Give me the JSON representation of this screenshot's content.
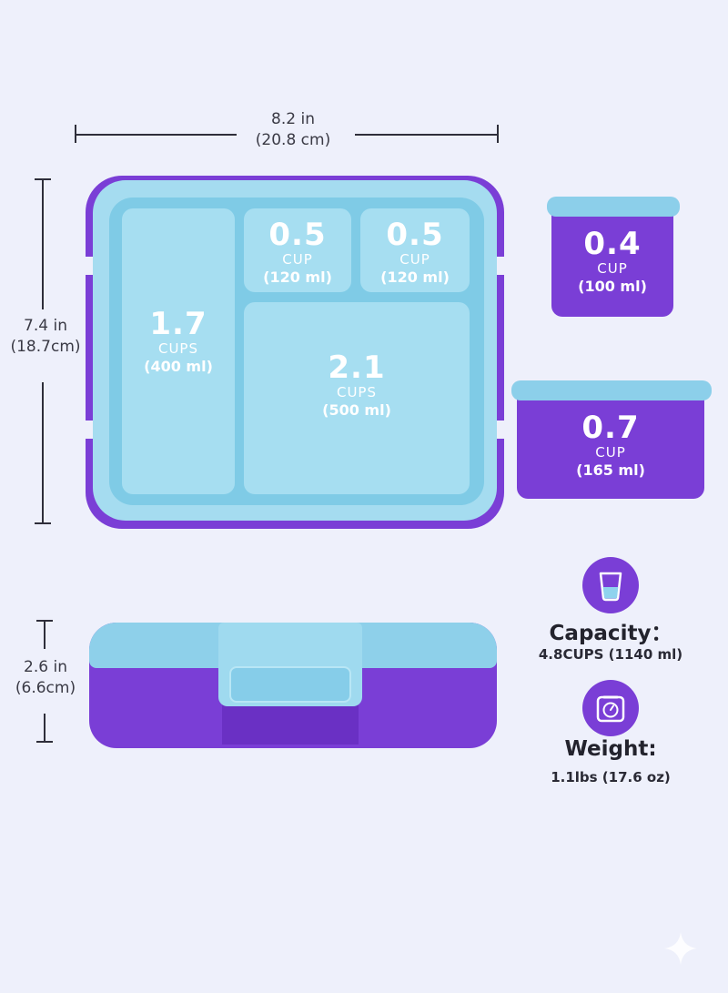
{
  "dimensions": {
    "width_in": "8.2 in",
    "width_cm": "(20.8 cm)",
    "length_in": "7.4 in",
    "length_cm": "(18.7cm)",
    "height_in": "2.6 in",
    "height_cm": "(6.6cm)"
  },
  "compartments": [
    {
      "value": "1.7",
      "unit": "CUPS",
      "ml": "(400 ml)"
    },
    {
      "value": "0.5",
      "unit": "CUP",
      "ml": "(120 ml)"
    },
    {
      "value": "0.5",
      "unit": "CUP",
      "ml": "(120 ml)"
    },
    {
      "value": "2.1",
      "unit": "CUPS",
      "ml": "(500 ml)"
    }
  ],
  "containers": [
    {
      "value": "0.4",
      "unit": "CUP",
      "ml": "(100 ml)"
    },
    {
      "value": "0.7",
      "unit": "CUP",
      "ml": "(165 ml)"
    }
  ],
  "specs": {
    "capacity_title": "Capacity：",
    "capacity_value": "4.8CUPS (1140 ml)",
    "weight_title": "Weight:",
    "weight_value": "1.1lbs (17.6 oz)"
  },
  "colors": {
    "purple": "#7a3ed6",
    "light_blue": "#a6def1",
    "background": "#eef0fb"
  }
}
